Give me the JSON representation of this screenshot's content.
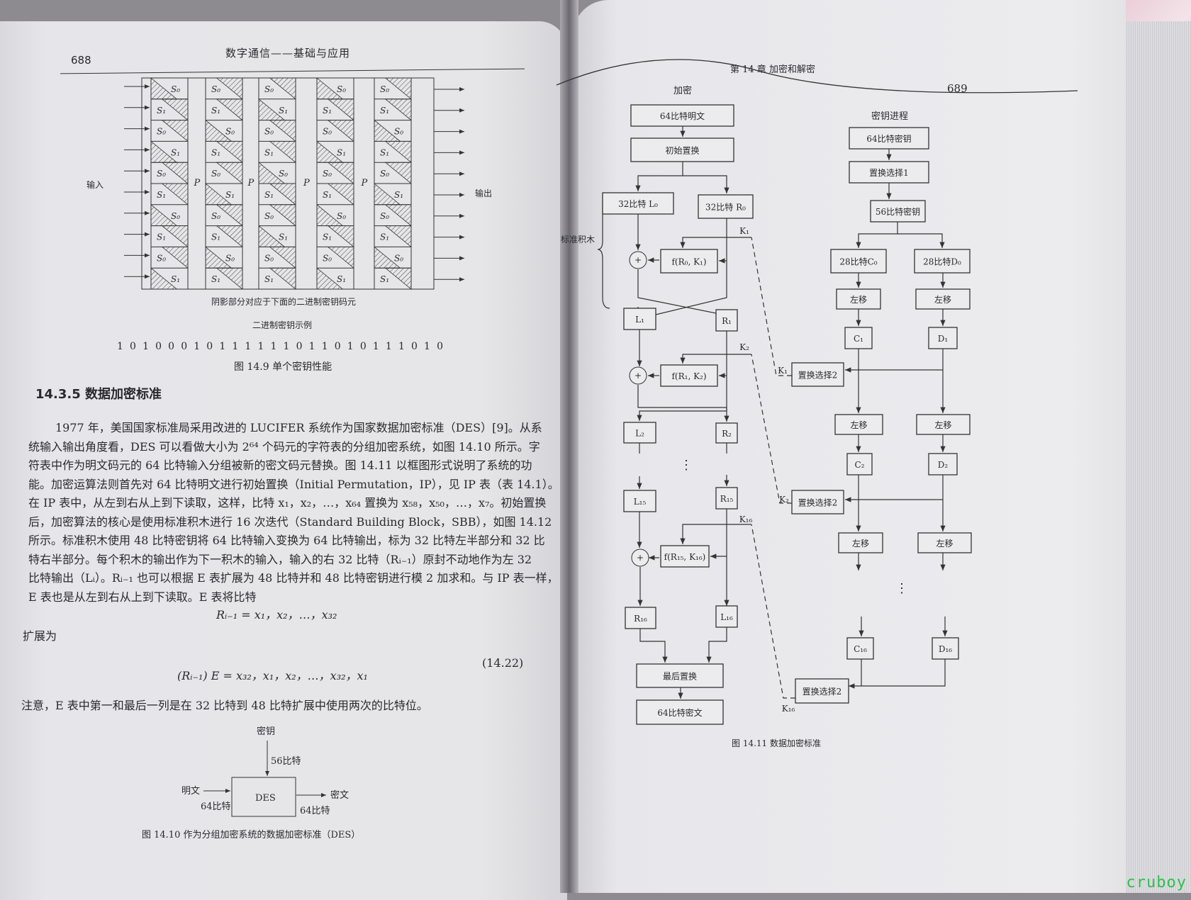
{
  "left_page": {
    "page_number": "688",
    "running_title": "数字通信——基础与应用",
    "fig149": {
      "input_label": "输入",
      "output_label": "输出",
      "s0": "S₀",
      "s1": "S₁",
      "p": "P",
      "shade_note": "阴影部分对应于下面的二进制密钥码元",
      "key_example_title": "二进制密钥示例",
      "key_bits": "1 0 1 0 0 0 1 0 1 1 1 1 1 1 0 1 1 0 1 0 1 1 1 0 1 0",
      "caption": "图 14.9   单个密钥性能"
    },
    "section_heading": "14.3.5   数据加密标准",
    "paragraph_lines": [
      "1977 年，美国国家标准局采用改进的 LUCIFER 系统作为国家数据加密标准（DES）[9]。从系",
      "统输入输出角度看，DES 可以看做大小为 2⁶⁴ 个码元的字符表的分组加密系统，如图 14.10 所示。字",
      "符表中作为明文码元的 64 比特输入分组被新的密文码元替换。图 14.11 以框图形式说明了系统的功",
      "能。加密运算法则首先对 64 比特明文进行初始置换（Initial Permutation，IP），见 IP 表（表 14.1）。",
      "在 IP 表中，从左到右从上到下读取，这样，比特 x₁，x₂，…，x₆₄ 置换为 x₅₈，x₅₀，…，x₇。初始置换",
      "后，加密算法的核心是使用标准积木进行 16 次迭代（Standard Building Block，SBB），如图 14.12",
      "所示。标准积木使用 48 比特密钥将 64 比特输入变换为 64 比特输出，标为 32 比特左半部分和 32 比",
      "特右半部分。每个积木的输出作为下一积木的输入，输入的右 32 比特（Rᵢ₋₁）原封不动地作为左 32",
      "比特输出（Lᵢ）。Rᵢ₋₁ 也可以根据 E 表扩展为 48 比特并和 48 比特密钥进行模 2 加求和。与 IP 表一样，",
      "E 表也是从左到右从上到下读取。E 表将比特"
    ],
    "formula1": "Rᵢ₋₁ = x₁，x₂，…，x₃₂",
    "expand_label": "扩展为",
    "formula2": "(Rᵢ₋₁) E = x₃₂，x₁，x₂，…，x₃₂，x₁",
    "eq_number": "(14.22)",
    "note_line": "注意，E 表中第一和最后一列是在 32 比特到 48 比特扩展中使用两次的比特位。",
    "fig1410": {
      "key_label": "密钥",
      "key_bits": "56比特",
      "plain_label": "明文",
      "plain_bits": "64比特",
      "box_label": "DES",
      "cipher_label": "密文",
      "cipher_bits": "64比特",
      "caption": "图 14.10   作为分组加密系统的数据加密标准（DES）"
    }
  },
  "right_page": {
    "page_number": "689",
    "running_title": "第 14 章   加密和解密",
    "fig1411": {
      "encrypt_title": "加密",
      "key_schedule_title": "密钥进程",
      "plaintext": "64比特明文",
      "initial_perm": "初始置换",
      "l0": "32比特 L₀",
      "r0": "32比特 R₀",
      "sbb_label": "标准积木",
      "k1": "K₁",
      "k2": "K₂",
      "k16": "K₁₆",
      "f1": "f(R₀, K₁)",
      "f2": "f(R₁, K₂)",
      "f16": "f(R₁₅, K₁₆)",
      "plus": "+",
      "l1": "L₁",
      "r1": "R₁",
      "l2": "L₂",
      "r2": "R₂",
      "l15": "L₁₅",
      "r15": "R₁₅",
      "r16": "R₁₆",
      "l16": "L₁₆",
      "vdots": "⋮",
      "final_perm": "最后置换",
      "ciphertext": "64比特密文",
      "key64": "64比特密钥",
      "pc1": "置换选择1",
      "key56": "56比特密钥",
      "c0": "28比特C₀",
      "d0": "28比特D₀",
      "shift": "左移",
      "c1": "C₁",
      "d1": "D₁",
      "c2": "C₂",
      "d2": "D₂",
      "c16": "C₁₆",
      "d16": "D₁₆",
      "pc2": "置换选择2",
      "caption": "图 14.11   数据加密标准"
    }
  },
  "watermark": "cruboy"
}
